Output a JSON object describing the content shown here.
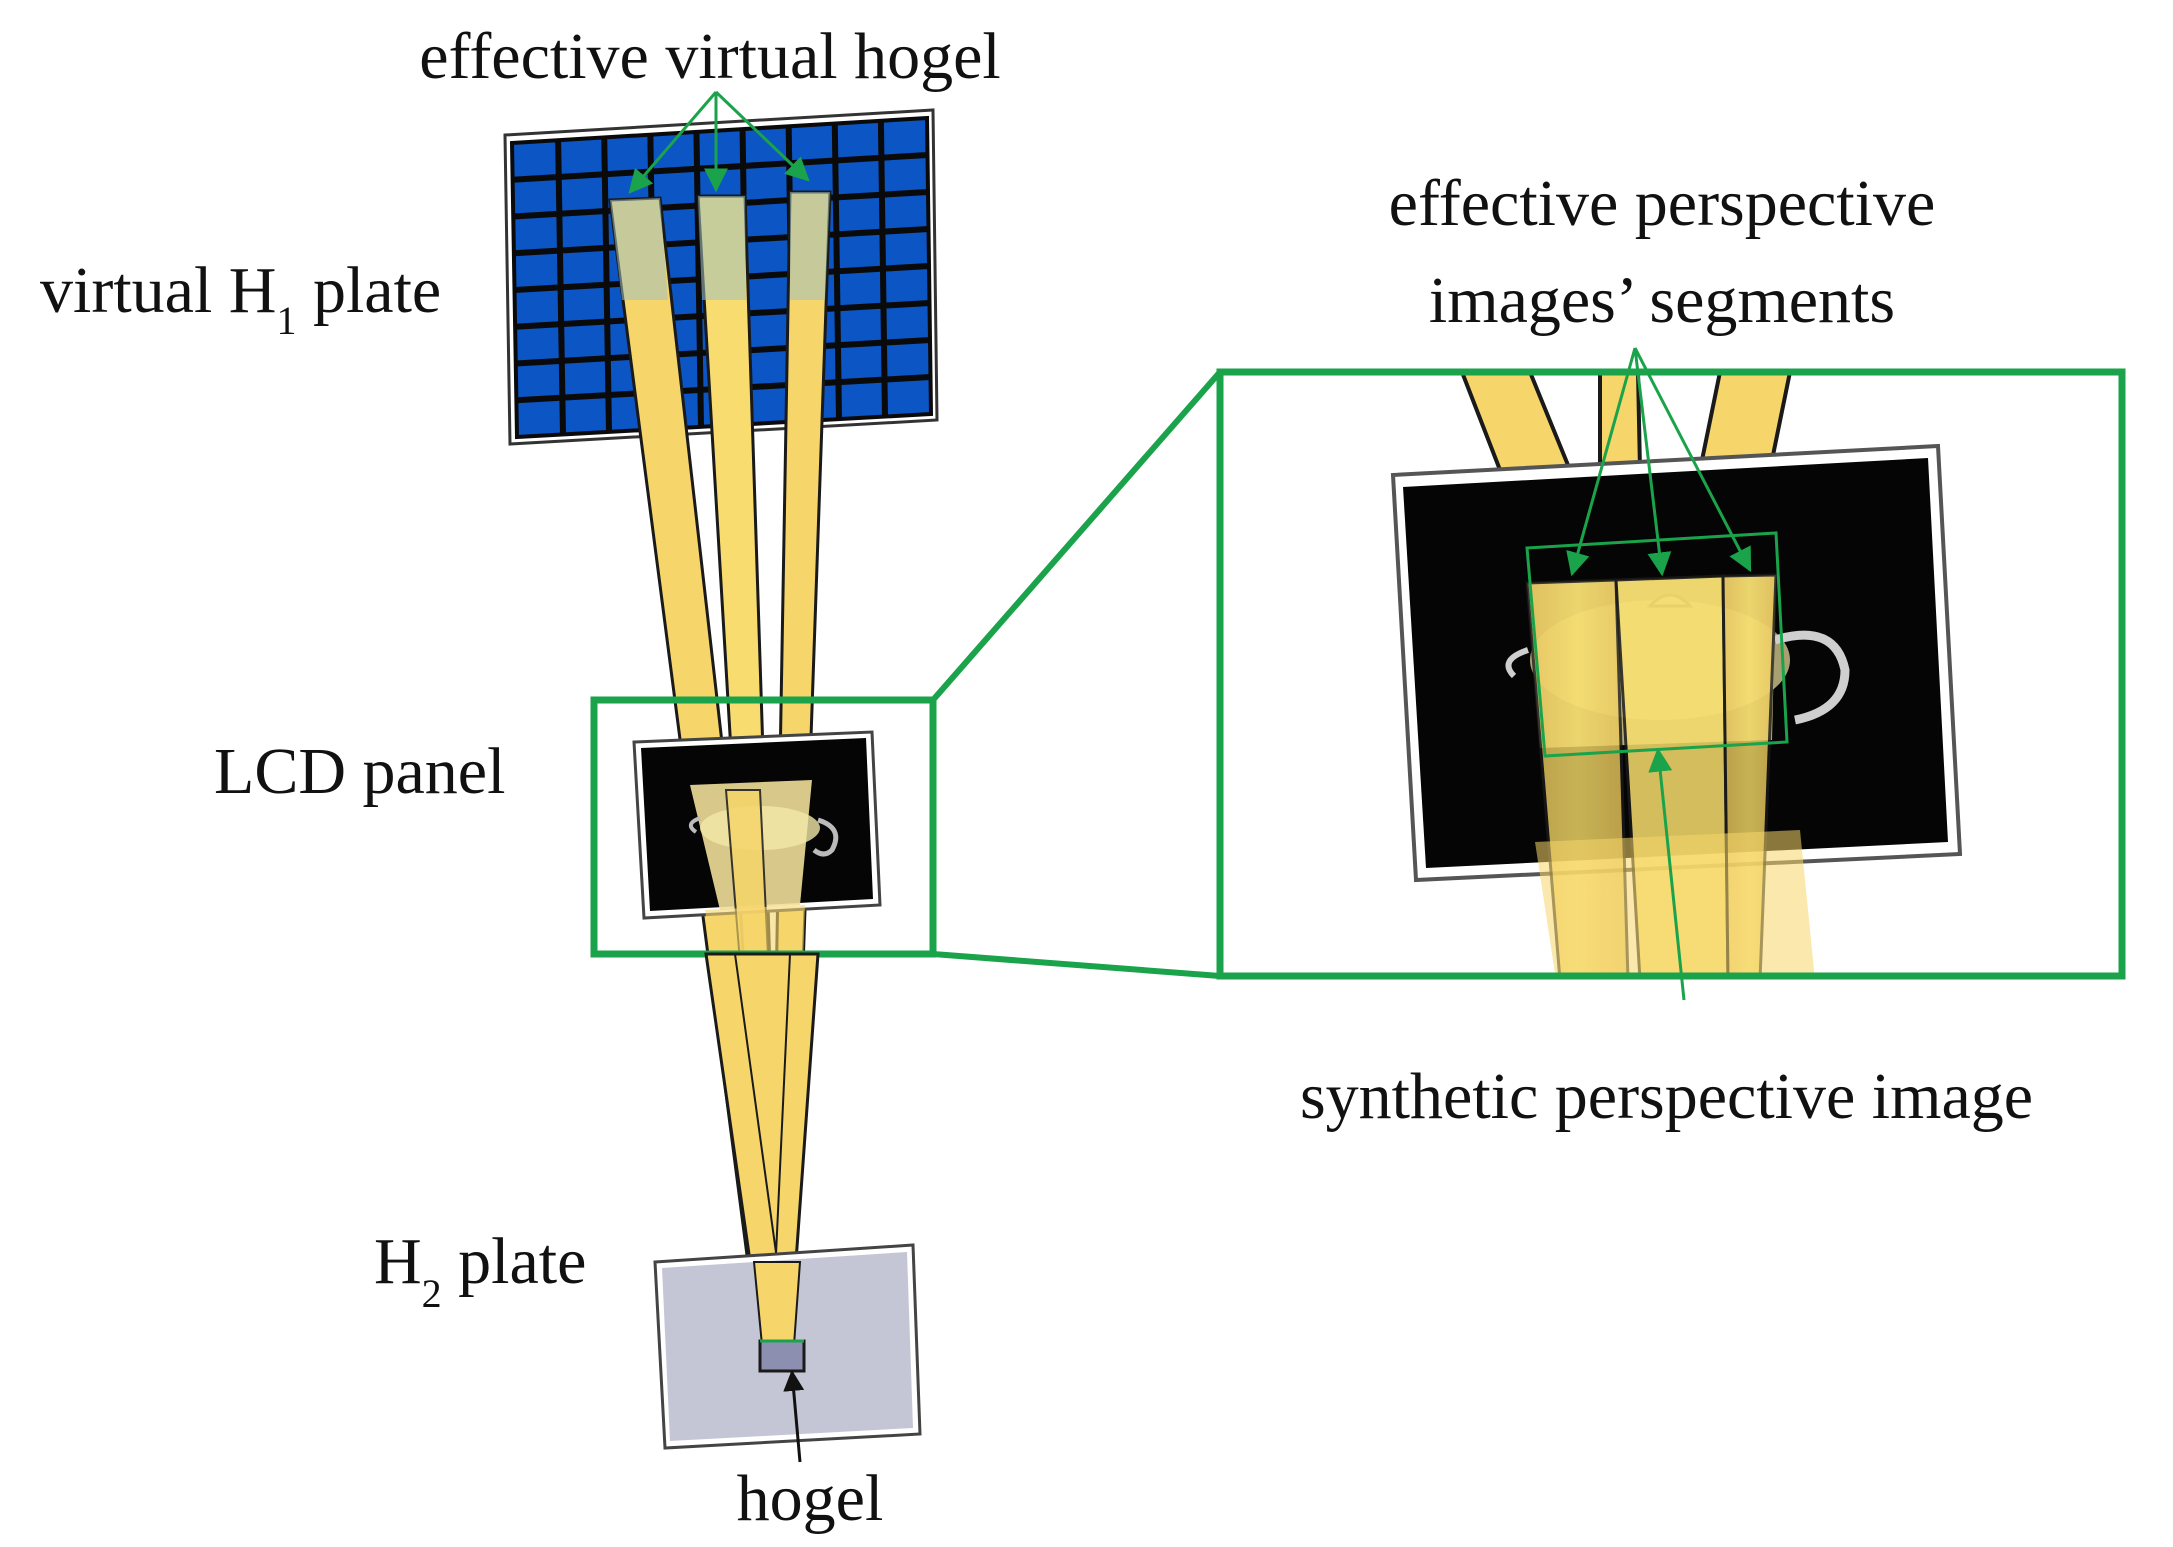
{
  "labels": {
    "effective_virtual_hogel": "effective virtual hogel",
    "virtual_h1_prefix": "virtual H",
    "virtual_h1_sub": "1",
    "virtual_h1_suffix": " plate",
    "lcd_panel": "LCD panel",
    "h2_prefix": "H",
    "h2_sub": "2",
    "h2_suffix": " plate",
    "hogel": "hogel",
    "effective_segments_line1": "effective perspective",
    "effective_segments_line2": "images’ segments",
    "synthetic_image": "synthetic perspective image"
  },
  "colors": {
    "h1_grid_fill": "#0b55c4",
    "h1_grid_lines": "#0a0a0a",
    "beam_fill": "#f7d66a",
    "beam_edge": "#1a1a1a",
    "lcd_fill": "#050505",
    "h2_fill": "#c4c6d6",
    "zoom_frame": "#1aa34a",
    "annotation_arrow": "#1aa34a",
    "hogel_arrow": "#111111"
  }
}
